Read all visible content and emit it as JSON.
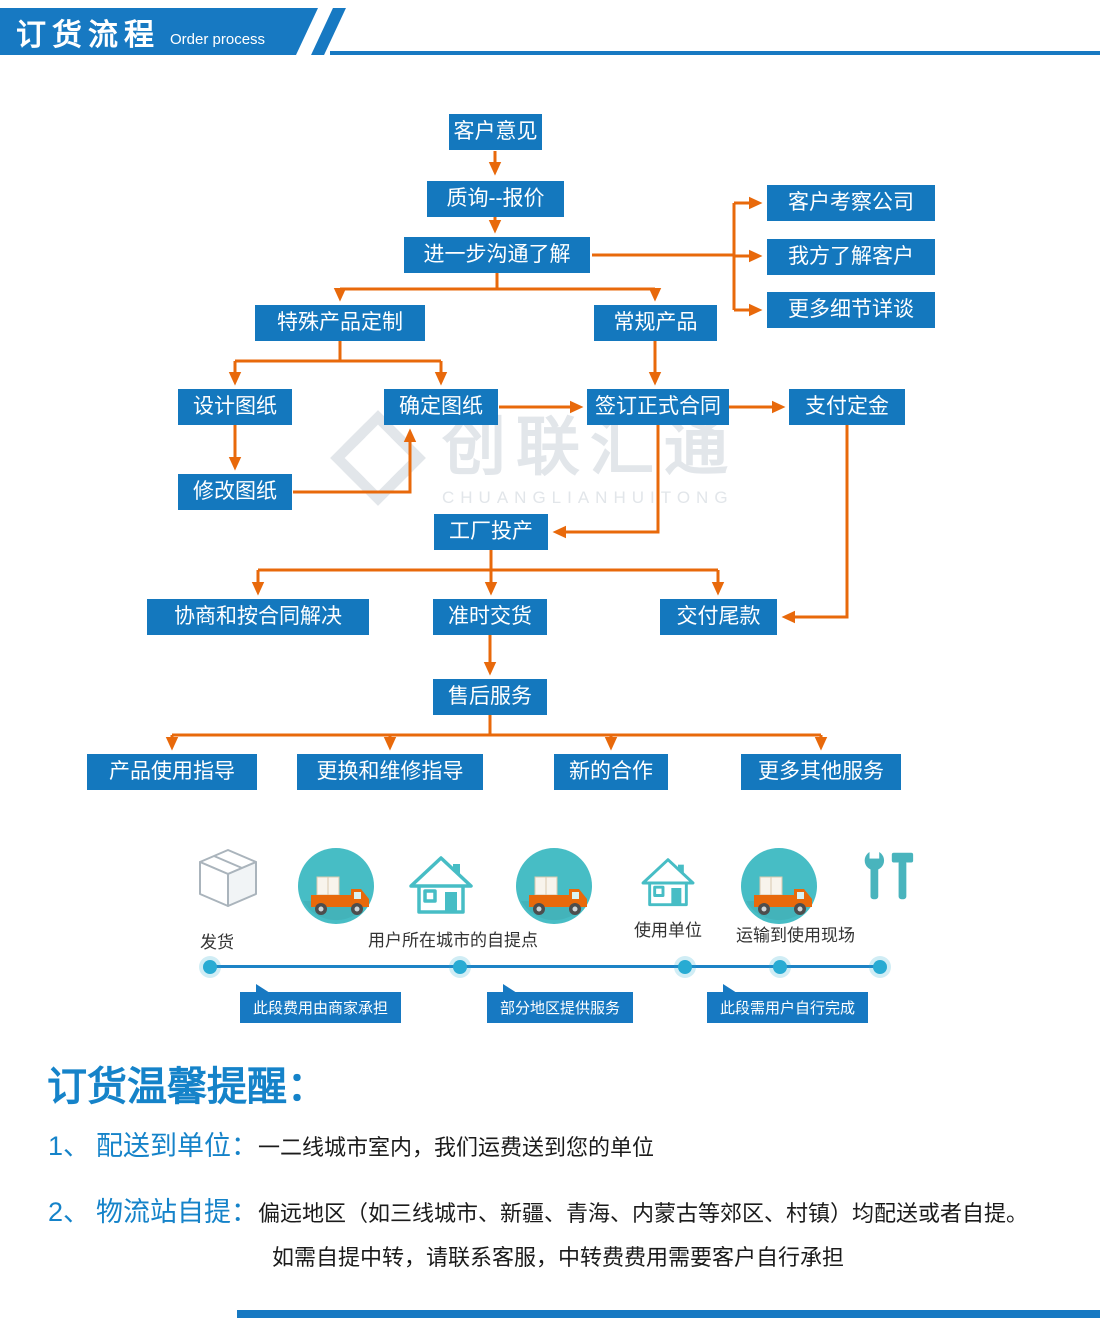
{
  "header": {
    "title": "订货流程",
    "subtitle": "Order process"
  },
  "watermark": {
    "cn": "创联汇通",
    "en": "CHUANGLIANHUITONG"
  },
  "flow": {
    "nodes": [
      {
        "label": "客户意见"
      },
      {
        "label": "质询--报价"
      },
      {
        "label": "进一步沟通了解"
      },
      {
        "label": "客户考察公司"
      },
      {
        "label": "我方了解客户"
      },
      {
        "label": "更多细节详谈"
      },
      {
        "label": "特殊产品定制"
      },
      {
        "label": "常规产品"
      },
      {
        "label": "设计图纸"
      },
      {
        "label": "确定图纸"
      },
      {
        "label": "签订正式合同"
      },
      {
        "label": "支付定金"
      },
      {
        "label": "修改图纸"
      },
      {
        "label": "工厂投产"
      },
      {
        "label": "协商和按合同解决"
      },
      {
        "label": "准时交货"
      },
      {
        "label": "交付尾款"
      },
      {
        "label": "售后服务"
      },
      {
        "label": "产品使用指导"
      },
      {
        "label": "更换和维修指导"
      },
      {
        "label": "新的合作"
      },
      {
        "label": "更多其他服务"
      }
    ]
  },
  "logistics": {
    "labels": [
      "发货",
      "用户所在城市的自提点",
      "使用单位",
      "运输到使用现场"
    ],
    "tags": [
      "此段费用由商家承担",
      "部分地区提供服务",
      "此段需用户自行完成"
    ]
  },
  "reminder": {
    "title": "订货温馨提醒：",
    "items": [
      {
        "num": "1、",
        "label": "配送到单位：",
        "text": "一二线城市室内，我们运费送到您的单位"
      },
      {
        "num": "2、",
        "label": "物流站自提：",
        "text": "偏远地区（如三线城市、新疆、青海、内蒙古等郊区、村镇）均配送或者自提。",
        "text2": "如需自提中转，请联系客服，中转费费用需要客户自行承担"
      }
    ]
  },
  "colors": {
    "primary": "#1478be",
    "arrow": "#e8690b",
    "teal": "#47bdc5"
  }
}
